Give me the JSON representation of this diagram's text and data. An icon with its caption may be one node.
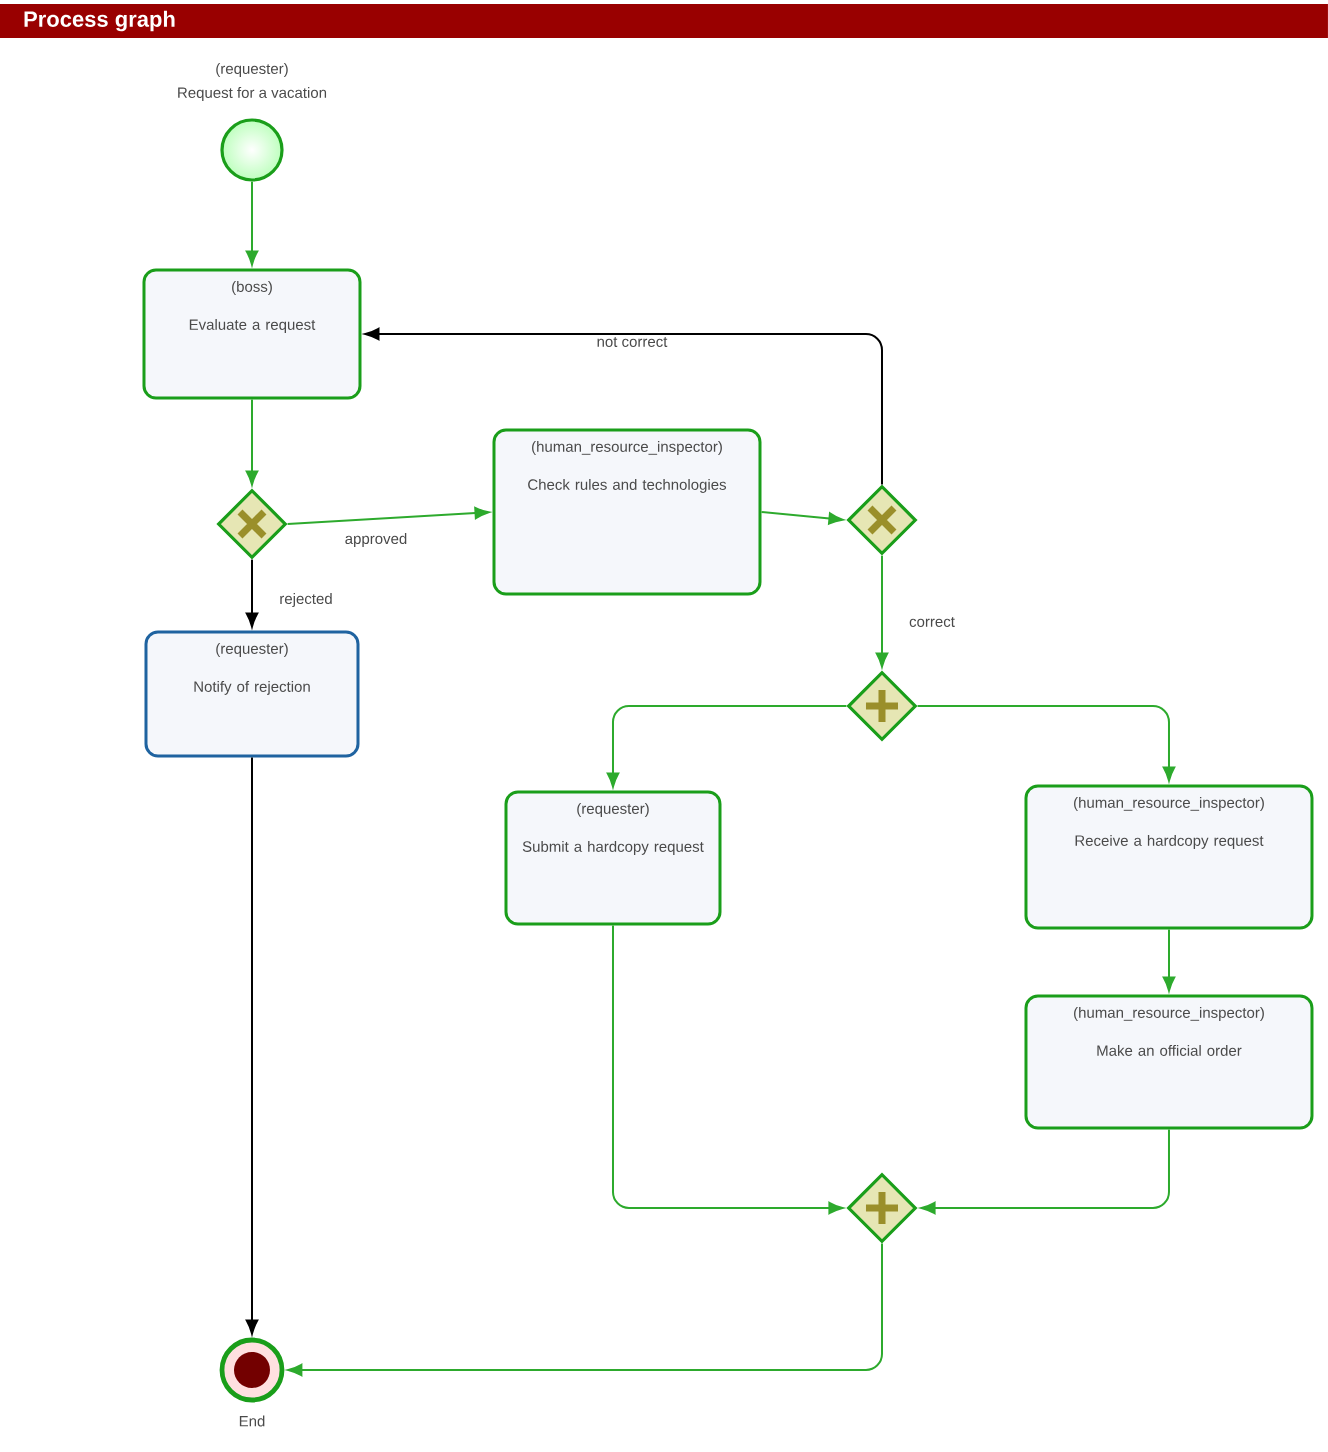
{
  "diagram": {
    "title": "Process graph",
    "nodes": [
      {
        "text": [
          "(requester)",
          "Request for a vacation"
        ]
      },
      {
        "text": [
          "(boss)",
          "Evaluate a request"
        ]
      },
      {
        "text": [],
        "shape": "diamond"
      },
      {
        "text": [
          "(human_resource_inspector)",
          "Check rules and technologies"
        ]
      },
      {
        "text": [],
        "shape": "diamond"
      },
      {
        "text": [
          "(requester)",
          "Notify of rejection"
        ]
      },
      {
        "text": [],
        "shape": "diamond"
      },
      {
        "text": [
          "(requester)",
          "Submit a hardcopy request"
        ]
      },
      {
        "text": [
          "(human_resource_inspector)",
          "Receive a hardcopy request"
        ]
      },
      {
        "text": [
          "(human_resource_inspector)",
          "Make an official order"
        ]
      },
      {
        "text": [],
        "shape": "diamond"
      },
      {
        "text": [
          "End"
        ]
      }
    ],
    "edges": [
      {
        "from": 0,
        "to": 1,
        "arrow": "to"
      },
      {
        "from": 1,
        "to": 2,
        "arrow": "to"
      },
      {
        "from": 2,
        "to": 3,
        "arrow": "to",
        "label": "approved"
      },
      {
        "from": 2,
        "to": 5,
        "arrow": "to",
        "label": "rejected",
        "color": "#000000"
      },
      {
        "from": 4,
        "to": 1,
        "arrow": "to",
        "label": "not correct",
        "color": "#000000"
      },
      {
        "from": 3,
        "to": 4,
        "arrow": "to"
      },
      {
        "from": 4,
        "to": 6,
        "arrow": "to",
        "label": "correct"
      },
      {
        "from": 6,
        "to": 7,
        "arrow": "to"
      },
      {
        "from": 6,
        "to": 8,
        "arrow": "to"
      },
      {
        "from": 8,
        "to": 9,
        "arrow": "to"
      },
      {
        "from": 7,
        "to": 10,
        "arrow": "to"
      },
      {
        "from": 9,
        "to": 10,
        "arrow": "to"
      },
      {
        "from": 10,
        "to": 11,
        "arrow": "to"
      },
      {
        "from": 5,
        "to": 11,
        "arrow": "to",
        "color": "#000000"
      }
    ]
  }
}
